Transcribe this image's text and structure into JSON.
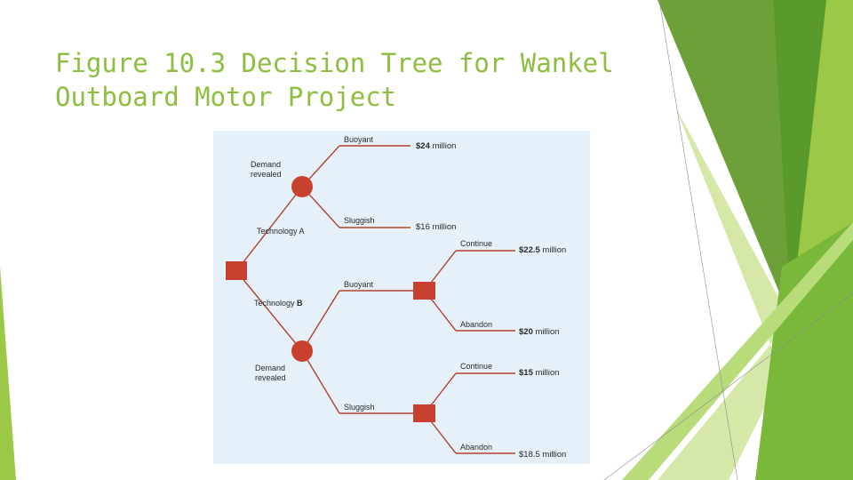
{
  "title": {
    "line1": "Figure 10.3 Decision Tree for Wankel",
    "line2": "Outboard Motor Project"
  },
  "colors": {
    "title": "#8cbf3f",
    "node": "#c8412f",
    "edge": "#b3412c",
    "figure_bg": "#e6f0f8",
    "accent_dark": "#5a9a2b",
    "accent_light": "#9cc848",
    "accent_pale": "#d6e8a8"
  },
  "tree": {
    "tech_a": {
      "branch_label": "Technology A",
      "chance_label_1": "Demand",
      "chance_label_2": "revealed",
      "buoyant": {
        "label": "Buoyant",
        "value_bold": "$24",
        "value_rest": " million"
      },
      "sluggish": {
        "label": "Sluggish",
        "value_bold": "$16",
        "value_rest": " million"
      }
    },
    "tech_b": {
      "branch_label_1": "Technology ",
      "branch_label_2": "B",
      "chance_label_1": "Demand",
      "chance_label_2": "revealed",
      "buoyant": {
        "label": "Buoyant",
        "continue": {
          "label": "Continue",
          "value_bold": "$22.5",
          "value_rest": " million"
        },
        "abandon": {
          "label": "Abandon",
          "value_bold": "$20",
          "value_rest": " million"
        }
      },
      "sluggish": {
        "label": "Sluggish",
        "continue": {
          "label": "Continue",
          "value_bold": "$15",
          "value_rest": " million"
        },
        "abandon": {
          "label": "Abandon",
          "value_bold": "$18.5",
          "value_rest": " million"
        }
      }
    }
  }
}
